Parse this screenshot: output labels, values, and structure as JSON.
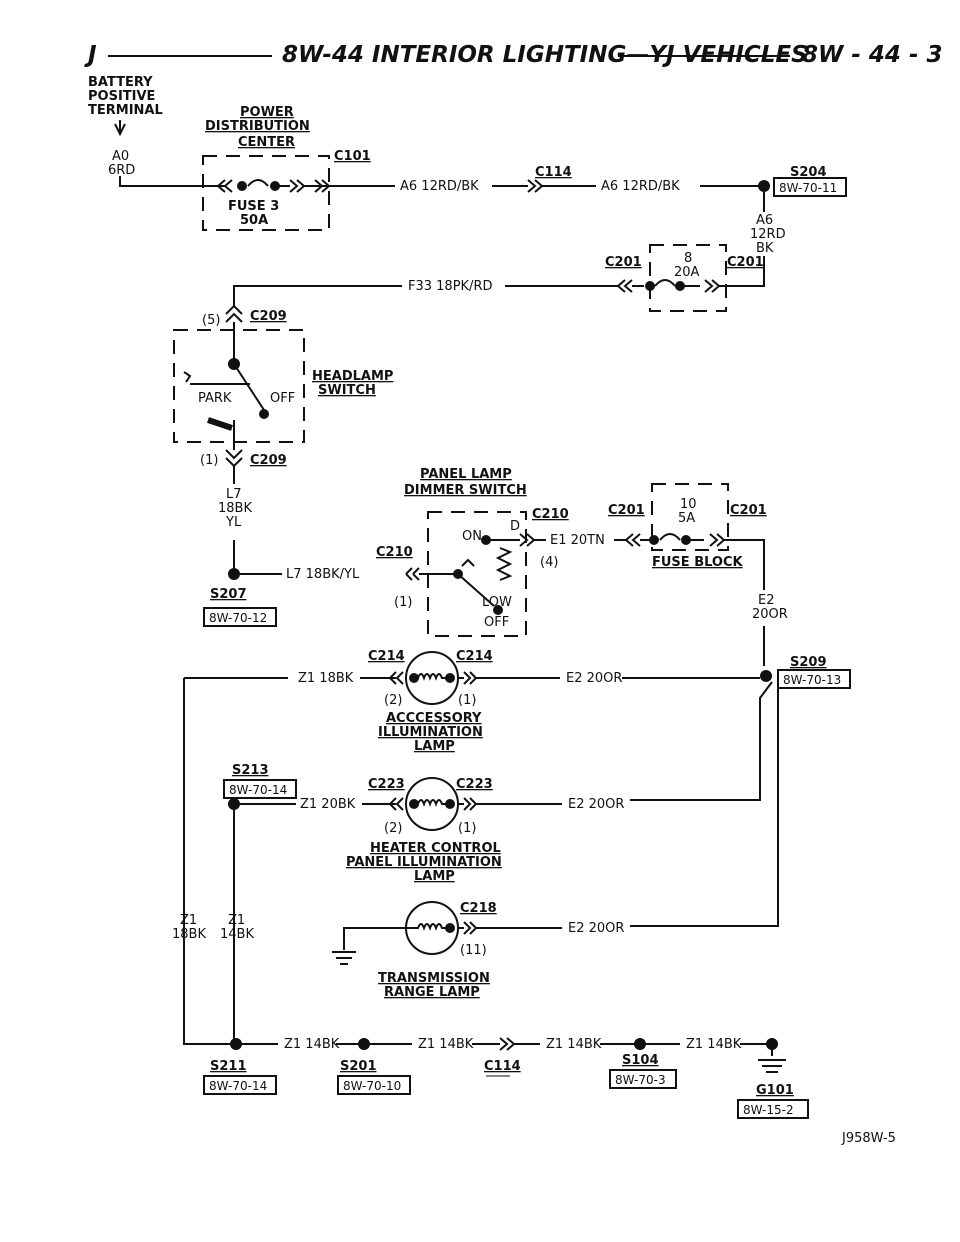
{
  "header": {
    "left": "J",
    "title": "8W-44 INTERIOR LIGHTING—YJ VEHICLES",
    "page": "8W - 44 - 3"
  },
  "battery": {
    "l1": "BATTERY",
    "l2": "POSITIVE",
    "l3": "TERMINAL",
    "circuit": "A0",
    "color": "6RD"
  },
  "pdc": {
    "l1": "POWER",
    "l2": "DISTRIBUTION",
    "l3": "CENTER",
    "fuse": "FUSE 3",
    "amp": "50A"
  },
  "conn": {
    "c101": "C101",
    "c114a": "C114",
    "c114b": "C114",
    "c201a": "C201",
    "c201b": "C201",
    "c201c": "C201",
    "c201d": "C201",
    "c209a": "C209",
    "c209b": "C209",
    "c210a": "C210",
    "c210b": "C210",
    "c214a": "C214",
    "c214b": "C214",
    "c223a": "C223",
    "c223b": "C223",
    "c218": "C218"
  },
  "wires": {
    "a6a": "A6 12RD/BK",
    "a6b": "A6 12RD/BK",
    "a6v1": "A6",
    "a6v2": "12RD",
    "a6v3": "BK",
    "f33": "F33 18PK/RD",
    "l7a": "L7",
    "l7b": "18BK",
    "l7c": "YL",
    "l7h": "L7 18BK/YL",
    "e1": "E1 20TN",
    "e2a": "E2",
    "e2b": "20OR",
    "z1_214": "Z1 18BK",
    "e2_214": "E2 20OR",
    "z1_223": "Z1 20BK",
    "e2_223": "E2 20OR",
    "e2_218": "E2 20OR",
    "z1v1a": "Z1",
    "z1v1b": "18BK",
    "z1v2a": "Z1",
    "z1v2b": "14BK",
    "z1b1": "Z1 14BK",
    "z1b2": "Z1 14BK",
    "z1b3": "Z1 14BK",
    "z1b4": "Z1 14BK"
  },
  "fuse8": {
    "num": "8",
    "amp": "20A"
  },
  "fuse10": {
    "num": "10",
    "amp": "5A"
  },
  "fuse_block": "FUSE BLOCK",
  "splices": {
    "s204": "S204",
    "s204r": "8W-70-11",
    "s207": "S207",
    "s207r": "8W-70-12",
    "s209": "S209",
    "s209r": "8W-70-13",
    "s213": "S213",
    "s213r": "8W-70-14",
    "s211": "S211",
    "s211r": "8W-70-14",
    "s201": "S201",
    "s201r": "8W-70-10",
    "s104": "S104",
    "s104r": "8W-70-3",
    "g101": "G101",
    "g101r": "8W-15-2"
  },
  "headlamp": {
    "l1": "HEADLAMP",
    "l2": "SWITCH",
    "park": "PARK",
    "off": "OFF",
    "pin5": "(5)",
    "pin1": "(1)"
  },
  "dimmer": {
    "l1": "PANEL LAMP",
    "l2": "DIMMER SWITCH",
    "on": "ON",
    "d": "D",
    "low": "LOW",
    "off": "OFF",
    "pin4": "(4)",
    "pin1": "(1)"
  },
  "lamp1": {
    "l1": "ACCCESSORY",
    "l2": "ILLUMINATION",
    "l3": "LAMP",
    "p2": "(2)",
    "p1": "(1)"
  },
  "lamp2": {
    "l1": "HEATER CONTROL",
    "l2": "PANEL ILLUMINATION",
    "l3": "LAMP",
    "p2": "(2)",
    "p1": "(1)"
  },
  "lamp3": {
    "l1": "TRANSMISSION",
    "l2": "RANGE LAMP",
    "p11": "(11)"
  },
  "figure_id": "J958W-5"
}
